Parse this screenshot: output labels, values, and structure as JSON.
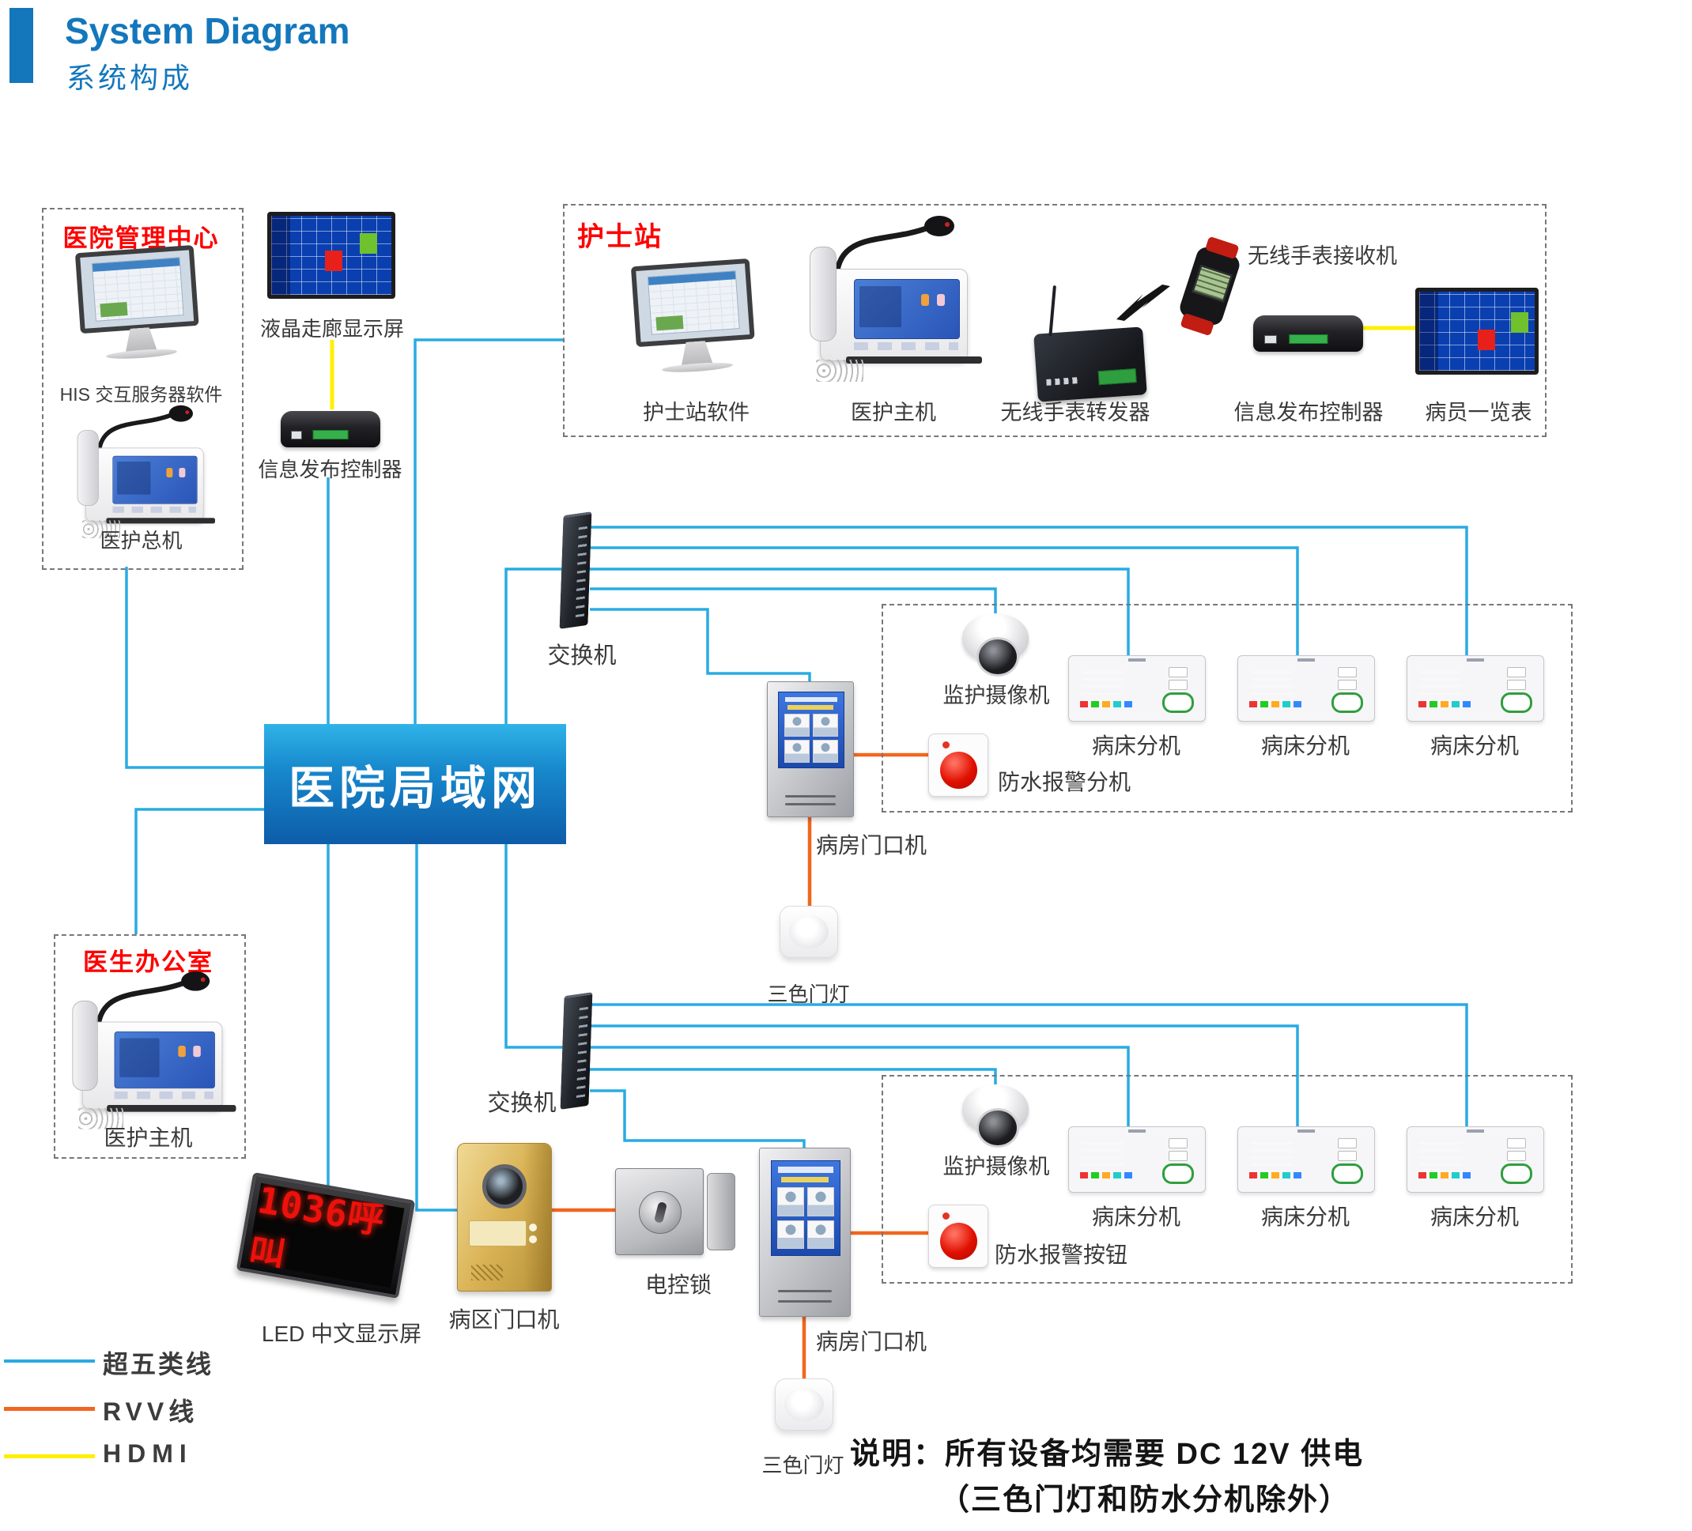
{
  "header": {
    "title_en": "System Diagram",
    "title_zh": "系统构成"
  },
  "colors": {
    "accent_blue": "#1477bc",
    "line_cat5e": "#29abe2",
    "line_rvv": "#f1661f",
    "line_hdmi": "#ffef00",
    "group_title_red": "#fe0000",
    "lan_gradient_top": "#2fb3e8",
    "lan_gradient_bottom": "#0d5ca9"
  },
  "lan": {
    "label": "医院局域网"
  },
  "management_center": {
    "title": "医院管理中心",
    "his_server_label": "HIS 交互服务器软件",
    "master_host_label": "医护总机"
  },
  "corridor_display": {
    "label": "液晶走廊显示屏"
  },
  "info_controller_left": {
    "label": "信息发布控制器"
  },
  "nurse_station": {
    "title": "护士站",
    "software_label": "护士站软件",
    "host_label": "医护主机",
    "watch_transponder_label": "无线手表转发器",
    "watch_receiver_label": "无线手表接收机",
    "info_controller_label": "信息发布控制器",
    "patient_list_label": "病员一览表"
  },
  "switches": {
    "switch1_label": "交换机",
    "switch2_label": "交换机"
  },
  "ward1": {
    "camera_label": "监护摄像机",
    "beds": [
      "病床分机",
      "病床分机",
      "病床分机"
    ],
    "alarm_label": "防水报警分机",
    "door_station_label": "病房门口机",
    "door_light_label": "三色门灯"
  },
  "ward2": {
    "camera_label": "监护摄像机",
    "beds": [
      "病床分机",
      "病床分机",
      "病床分机"
    ],
    "alarm_label": "防水报警按钮",
    "door_station_label": "病房门口机",
    "door_light_label": "三色门灯"
  },
  "doctor_office": {
    "title": "医生办公室",
    "host_label": "医护主机"
  },
  "led_display": {
    "screen_text": "1036呼叫",
    "label": "LED 中文显示屏"
  },
  "area_door_station": {
    "label": "病区门口机"
  },
  "electric_lock": {
    "label": "电控锁"
  },
  "legend": {
    "items": [
      {
        "label": "超五类线",
        "color": "#29abe2"
      },
      {
        "label": "RVV线",
        "color": "#f1661f"
      },
      {
        "label": "HDMI",
        "color": "#ffef00"
      }
    ]
  },
  "note": {
    "line1": "说明：所有设备均需要 DC 12V 供电",
    "line2": "（三色门灯和防水分机除外）"
  }
}
